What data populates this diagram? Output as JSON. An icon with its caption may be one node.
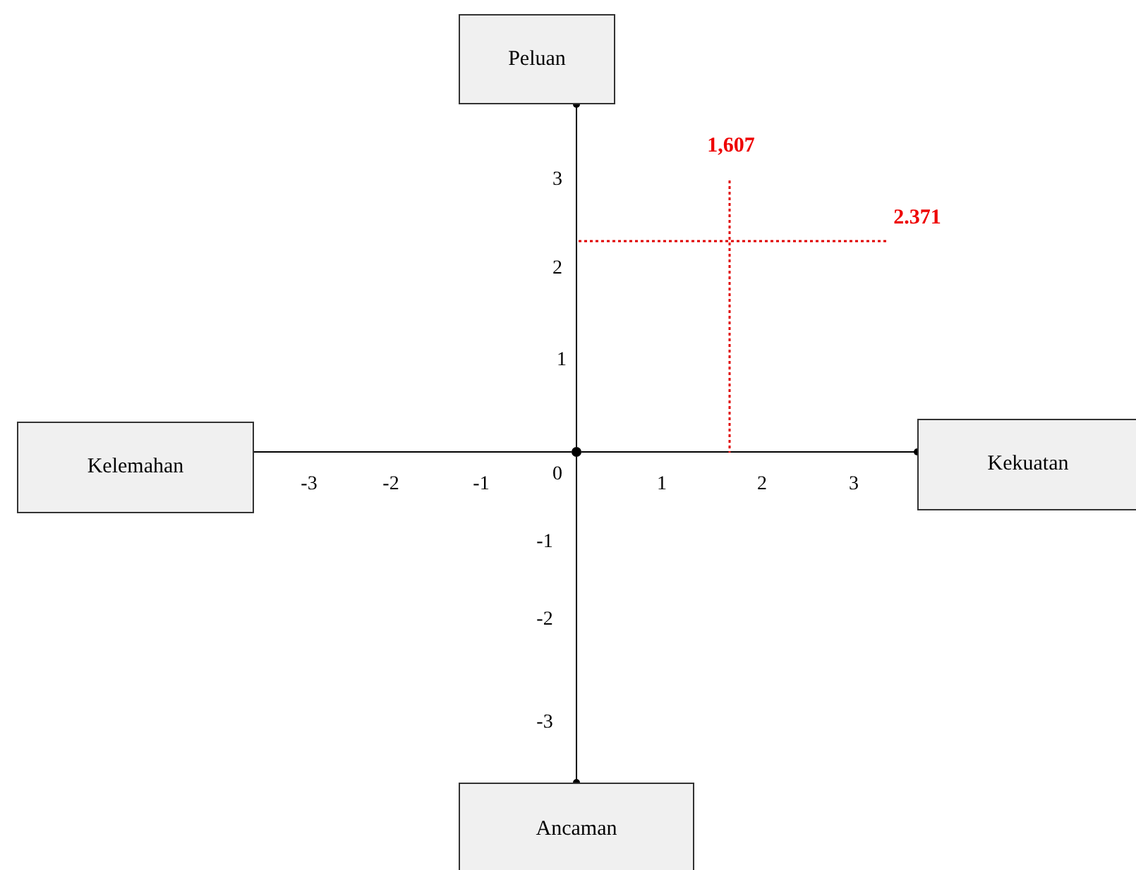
{
  "diagram": {
    "nodes": [
      {
        "text": [
          "Peluan"
        ]
      },
      {
        "text": [
          "Kelemahan"
        ]
      },
      {
        "text": [],
        "shape": "circle"
      },
      {
        "text": [
          "Kekuatan"
        ]
      },
      {
        "text": [
          "Ancaman"
        ]
      }
    ],
    "edges": [
      {
        "from": 2,
        "to": 0,
        "arrow": "other"
      },
      {
        "from": 2,
        "to": 1,
        "arrow": "none"
      },
      {
        "from": 2,
        "to": 3,
        "arrow": "other"
      },
      {
        "from": 2,
        "to": 4,
        "arrow": "other"
      }
    ],
    "labels": [
      "1,607",
      "3",
      "2.371",
      "2",
      "1",
      "0",
      "-3",
      "-2",
      "-1",
      "1",
      "2",
      "3",
      "-1",
      "-2",
      "-3"
    ]
  }
}
